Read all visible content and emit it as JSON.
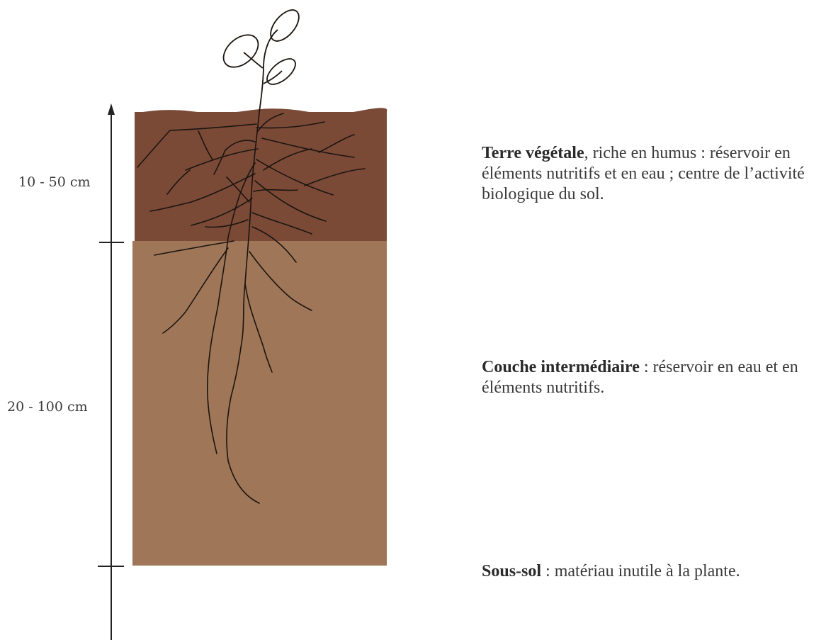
{
  "depth_labels": {
    "topsoil": "10 - 50 cm",
    "intermediate": "20 - 100 cm"
  },
  "layers": [
    {
      "id": "topsoil",
      "title": "Terre végétale",
      "text": ", riche en humus : réservoir en éléments nutritifs et en eau ; centre de l’activité biologique du sol.",
      "color": "#7a4a37"
    },
    {
      "id": "intermediate",
      "title": "Couche intermédiaire",
      "text": " : réservoir en eau et en éléments nutritifs.",
      "color": "#9f7758"
    },
    {
      "id": "subsoil",
      "title": "Sous-sol",
      "text": " : matériau inutile à la plante.",
      "color": "#ffffff"
    }
  ]
}
